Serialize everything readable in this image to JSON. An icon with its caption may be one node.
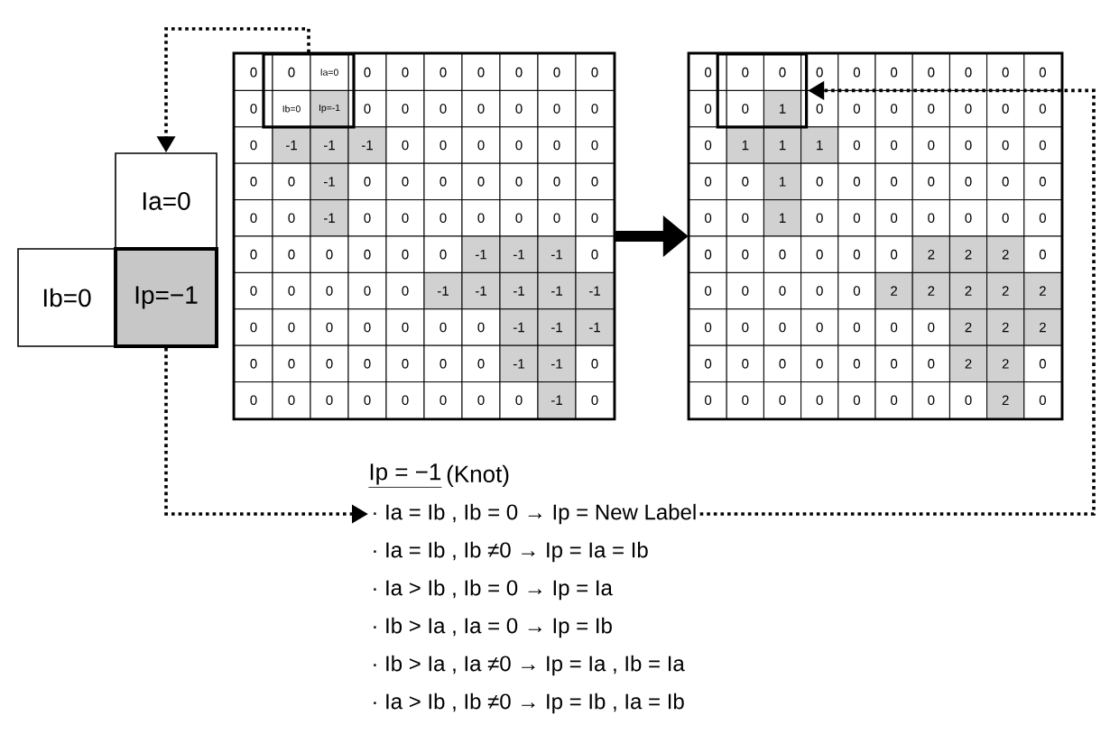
{
  "diagram": {
    "nodes": [
      {
        "text": [
          "Ia=0"
        ]
      },
      {
        "text": [
          "Ib=0"
        ]
      },
      {
        "text": [
          "Ip=−1"
        ]
      },
      {
        "text": [
          "0",
          "0",
          "0",
          "0",
          "0",
          "0",
          "0",
          "0",
          "0",
          "0",
          "0",
          "0",
          "0",
          "0",
          "0",
          "0",
          "0",
          "-1",
          "-1",
          "-1",
          "0",
          "0",
          "0",
          "0",
          "0",
          "0",
          "0",
          "0",
          "-1",
          "0",
          "0",
          "0",
          "0",
          "0",
          "0",
          "0",
          "0",
          "0",
          "-1",
          "0",
          "0",
          "0",
          "0",
          "0",
          "0",
          "0",
          "0",
          "0",
          "0",
          "0",
          "0",
          "0",
          "-1",
          "-1",
          "-1",
          "0",
          "0",
          "0",
          "0",
          "0",
          "0",
          "-1",
          "-1",
          "-1",
          "-1",
          "-1",
          "0",
          "0",
          "0",
          "0",
          "0",
          "0",
          "0",
          "-1",
          "-1",
          "-1",
          "0",
          "0",
          "0",
          "0",
          "0",
          "0",
          "0",
          "-1",
          "-1",
          "0",
          "0",
          "0",
          "0",
          "0",
          "0",
          "0",
          "0",
          "0",
          "-1",
          "0"
        ]
      },
      {
        "text": [
          "0",
          "Ia=0",
          "Ib=0",
          "Ip=-1"
        ],
        "in": 3
      },
      {
        "text": [
          "0",
          "0",
          "0",
          "0",
          "0",
          "0",
          "0",
          "0",
          "0",
          "0",
          "0",
          "0",
          "0",
          "0",
          "0",
          "0",
          "0",
          "1",
          "1",
          "1",
          "0",
          "0",
          "0",
          "0",
          "0",
          "0",
          "0",
          "0",
          "1",
          "0",
          "0",
          "0",
          "0",
          "0",
          "0",
          "0",
          "0",
          "0",
          "1",
          "0",
          "0",
          "0",
          "0",
          "0",
          "0",
          "0",
          "0",
          "0",
          "0",
          "0",
          "0",
          "0",
          "2",
          "2",
          "2",
          "0",
          "0",
          "0",
          "0",
          "0",
          "0",
          "2",
          "2",
          "2",
          "2",
          "2",
          "0",
          "0",
          "0",
          "0",
          "0",
          "0",
          "0",
          "2",
          "2",
          "2",
          "0",
          "0",
          "0",
          "0",
          "0",
          "0",
          "0",
          "2",
          "2",
          "0",
          "0",
          "0",
          "0",
          "0",
          "0",
          "0",
          "0",
          "0",
          "2",
          "0"
        ]
      },
      {
        "text": [
          "0",
          "0",
          "0",
          "1"
        ],
        "in": 5
      },
      {
        "text": [
          "· Ia = Ib , Ib = 0 → Ip = New Label"
        ]
      },
      {
        "text": [
          "· Ia = Ib , Ib ≠0 → Ip = Ia = Ib"
        ]
      },
      {
        "text": [
          "· Ia > Ib , Ib = 0 → Ip = Ia"
        ]
      },
      {
        "text": [
          "· Ib > Ia , Ia = 0 → Ip = Ib"
        ]
      },
      {
        "text": [
          "· Ib > Ia , Ia ≠0 → Ip = Ia , Ib = Ia"
        ]
      },
      {
        "text": [
          "· Ia > Ib , Ib ≠0 → Ip = Ib , Ia = Ib"
        ]
      }
    ],
    "edges": [
      {
        "from": 4,
        "to": 0,
        "arrow": "to",
        "style": "dashed"
      },
      {
        "from": 2,
        "to": 7,
        "arrow": "to",
        "style": "dashed"
      },
      {
        "from": 7,
        "to": 6,
        "arrow": "to",
        "style": "dashed"
      },
      {
        "from": 3,
        "to": 5,
        "arrow": "to",
        "style": "thick"
      }
    ],
    "labels": [
      "Ip = −1",
      "(Knot)"
    ]
  }
}
